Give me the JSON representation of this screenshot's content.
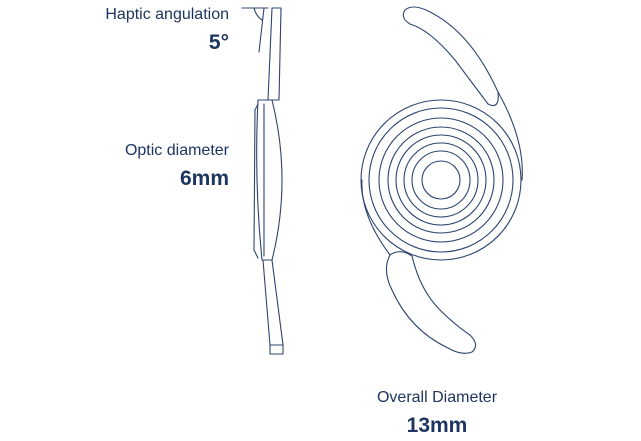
{
  "haptic_angulation": {
    "label": "Haptic angulation",
    "value": "5°"
  },
  "optic_diameter": {
    "label": "Optic diameter",
    "value": "6mm"
  },
  "overall_diameter": {
    "label": "Overall Diameter",
    "value": "13mm"
  },
  "colors": {
    "text": "#1e3560",
    "line": "#2c4470"
  }
}
